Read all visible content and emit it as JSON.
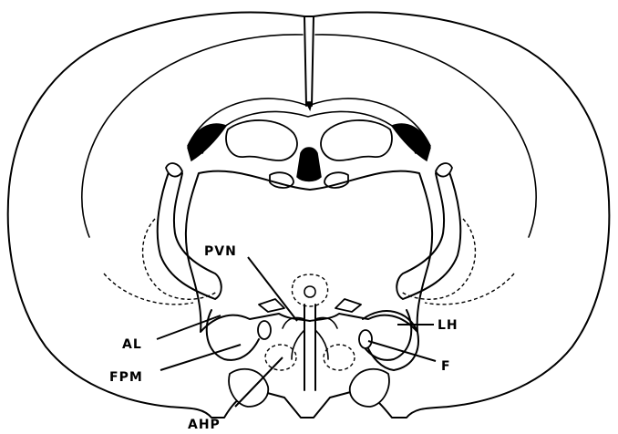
{
  "figure": {
    "labels": {
      "pvn": "PVN",
      "al": "AL",
      "lh": "LH",
      "fpm": "FPM",
      "f": "F",
      "ahp": "AHP"
    },
    "colors": {
      "ink": "#000000",
      "paper": "#ffffff"
    }
  }
}
